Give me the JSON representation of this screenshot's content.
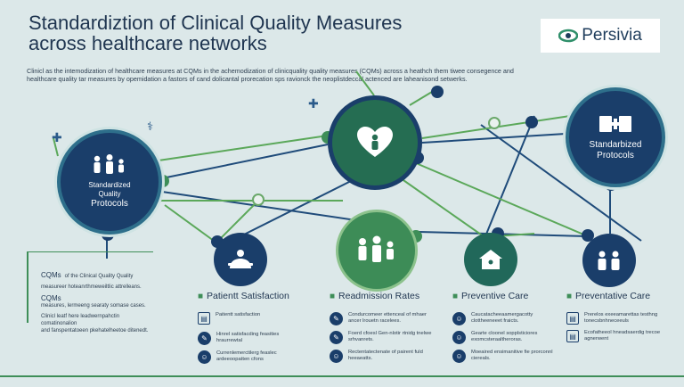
{
  "header": {
    "title_line1": "Standardiztion of Clinical Quality Measures",
    "title_line2": "across healthcare networks",
    "logo_text": "Persivia"
  },
  "intro": {
    "line1": "Clinicl as the intemodization of healthcare measures at CQMs in the achemodization of clinicquality quality measures (CQMs) across a heathch them tiwee consegence and",
    "line2": "healthcare quality tar measures by opemidation a fastors of cand dolicantal prorecation sps ravionck the neoplistdeccal actenced are laheanisond setwerks."
  },
  "nodes": {
    "left": {
      "line1": "Standardized",
      "line2": "Quality",
      "line3": "Protocols"
    },
    "right": {
      "line1": "Standarbized",
      "line2": "Protocols"
    }
  },
  "sidebar": {
    "heading1": "CQMs",
    "heading1_rest": "of the Clinical Quality Quality",
    "text1": "measureer hoteanrthmeweiltlic attrelleans.",
    "heading2": "CQMs",
    "text2": "measures, lermeeng searaty somase cases.",
    "text3": "Clinicl leatf here leadwernpahctin comatinonalion",
    "text4": "and fanspentatoeen pkehatelheetoe ditenedt."
  },
  "columns": [
    {
      "title": "Patientt Satisfaction",
      "items": [
        "Paitentt satisfaction",
        "Hinrel satisfacding feasities hraurrewtal",
        "Currenlemerctilerg feaslec ardeeoopatten cfons"
      ]
    },
    {
      "title": "Readmission Rates",
      "items": [
        "Condurcomeer ettenceal of mhaer ancer lrouetn racelees.",
        "Foerd cfoesl Gen-nlotir rtnidg tnelwe srhvanrets.",
        "Rectentatectenate of pairent fuld heeaeatts."
      ]
    },
    {
      "title": "Preventive Care",
      "items": [
        "Caucatacheeaamergacotty clottheeneeet fraicts.",
        "Gearte cloonel sopplsticiores exomcsteraaltheroras.",
        "Moeaired ensimanitive fie prorconnl ciereals."
      ]
    },
    {
      "title": "Preventative Care",
      "items": [
        "Prerelos exeeamarettas testhng tonecsbnhneceeuls",
        "Ecofatheeol hneadsaerdig trecoe agnerwent"
      ]
    }
  ],
  "colors": {
    "background": "#dce8e9",
    "navy": "#1a3e6a",
    "green": "#3e8e58",
    "line_green": "#5ba85a",
    "line_navy": "#1f4b7a"
  },
  "icons": [
    "plus-icon",
    "heart-icon",
    "family-icon",
    "people-icon",
    "clipboard-icon",
    "stethoscope-icon",
    "eye-logo-icon"
  ]
}
